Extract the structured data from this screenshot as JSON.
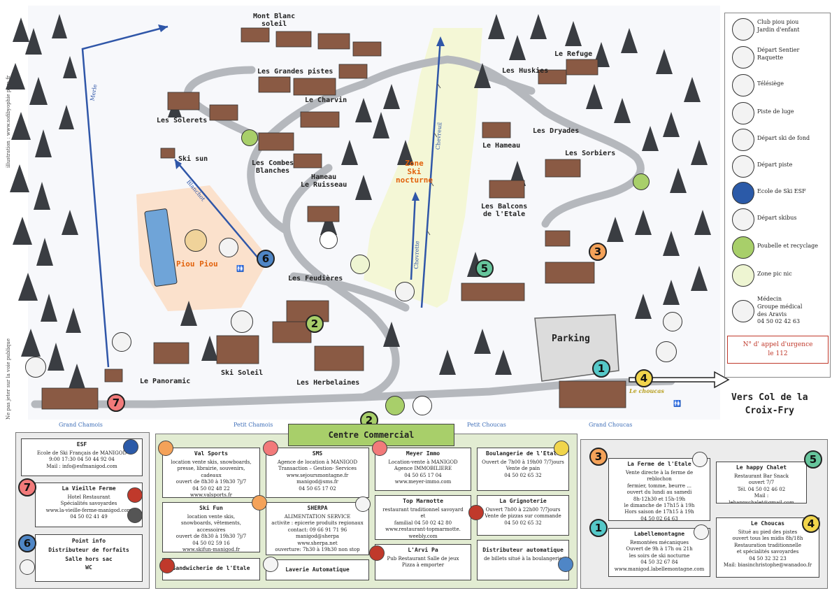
{
  "credits": {
    "illustration": "illustration : www.sofibyophie pera.fr",
    "public": "Ne pas jeter sur la voie publique"
  },
  "places": {
    "mont_blanc_soleil": "Mont Blanc\nsoleil",
    "grandes_pistes": "Les Grandes pistes",
    "charvin": "Le Charvin",
    "solerets": "Les Solerets",
    "ski_sun": "Ski sun",
    "combes_blanches": "Les Combes\nBlanches",
    "hameau_ruisseau": "Hameau\nLe Ruisseau",
    "zone_nocturne": "Zone\nSki\nnocturne",
    "refuge": "Le Refuge",
    "huskies": "Les Huskies",
    "dryades": "Les Dryades",
    "le_hameau": "Le Hameau",
    "sorbiers": "Les Sorbiers",
    "balcons": "Les Balcons\nde l'Etale",
    "piou_piou": "Piou Piou",
    "feudieres": "Les Feudières",
    "le_panoramic": "Le Panoramic",
    "ski_soleil": "Ski Soleil",
    "herbelaines": "Les Herbelaines",
    "parking": "Parking",
    "col": "Vers Col de la\nCroix-Fry",
    "le_choucas": "Le choucas"
  },
  "lifts": {
    "merle": "Merle",
    "blanchot": "Blanchot",
    "chevreuil": "Chevreuil",
    "chevrette": "Chevrette"
  },
  "stops": {
    "grand_chamois": "Grand Chamois",
    "petit_chamois": "Petit Chamois",
    "petit_choucas": "Petit Choucas",
    "grand_choucas": "Grand Choucas"
  },
  "map_numbers": [
    "1",
    "2",
    "3",
    "4",
    "5",
    "6",
    "7"
  ],
  "legend": [
    {
      "icon": "child-icon",
      "text": "Club piou piou\nJardin d'enfant"
    },
    {
      "icon": "snowshoe-icon",
      "text": "Départ Sentier\nRaquette"
    },
    {
      "icon": "chairlift-icon",
      "text": "Télésiège"
    },
    {
      "icon": "sled-icon",
      "text": "Piste de luge"
    },
    {
      "icon": "cross-country-icon",
      "text": "Départ ski de fond"
    },
    {
      "icon": "skier-icon",
      "text": "Départ piste"
    },
    {
      "icon": "esf-icon",
      "text": "Ecole de Ski ESF"
    },
    {
      "icon": "ski-bus-icon",
      "text": "Départ skibus"
    },
    {
      "icon": "trash-icon",
      "text": "Poubelle et recyclage"
    },
    {
      "icon": "tipi-icon",
      "text": "Zone pic nic"
    },
    {
      "icon": "doctor-icon",
      "text": "Médecin\nGroupe médical\ndes Aravis\n04 50 02 42 63"
    }
  ],
  "emergency": {
    "line1": "N° d' appel d'urgence",
    "line2": "le 112"
  },
  "centre_commercial": "Centre Commercial",
  "left_cards": [
    {
      "num": "",
      "title": "ESF",
      "body": "Ecole de Ski Français de MANIGOD\n9:00 17:30        04 50 44 92 04\nMail : info@esfmanigod.com"
    },
    {
      "num": "7",
      "title": "La Vieille Ferme",
      "body": "Hotel Restaurant\nSpécialités savoyardes\nwww.la-vieille-ferme-manigod.com\n04 50 02 41 49"
    },
    {
      "num": "6",
      "title": "Point info\nDistributeur de forfaits\nSalle hors sac\nWC",
      "body": ""
    }
  ],
  "center_cards": [
    {
      "title": "Val Sports",
      "body": "location vente skis, snowboards,\npresse, librairie, souvenirs, cadeaux\nouvert de 8h30 à 19h30 7j/7\n04 50 02 48 22\nwww.valsports.fr"
    },
    {
      "title": "SMS",
      "body": "Agence de location à MANIGOD\nTransaction – Gestion- Services\nwww.sejoursmontagne.fr\nmanigod@sms.fr\n04 50 65 17 02"
    },
    {
      "title": "Meyer Immo",
      "body": "Location-vente à MANIGOD\nAgence IMMOBILIERE\n04 50 65 17 04\nwww.meyer-immo.com"
    },
    {
      "title": "Boulangerie de l'Etale",
      "body": "Ouvert de 7h00 à 19h00 7/7jours\nVente de pain\n04 50 02 65 32"
    },
    {
      "title": "Ski Fun",
      "body": "location vente skis,\nsnowboards, vêtements, accessoires\nouvert de 8h30 à 19h30 7j/7\n04 50 02 59 16\nwww.skifun-manigod.fr"
    },
    {
      "title": "SHERPA",
      "body": "ALIMENTATION SERVICE\nactivite : epicerie produits regionaux\ncontact: 09 66 91 71 96\nmanigod@sherpa\nwww.sherpa.net\nouverture: 7h30 à 19h30 non stop"
    },
    {
      "title": "Top Marmotte",
      "body": "restaurant traditionnel savoyard et\nfamilial         04 50 02 42 80\nwww.restaurant-topmarmotte.\nweebly.com\nFacebook : Top marmotte"
    },
    {
      "title": "La Grignoterie",
      "body": "Ouvert 7h00 à 22h00 7/7jours\nVente de pizzas sur commande\n04 50 02 65 32"
    },
    {
      "title": "Sandwicherie de l'Etale",
      "body": ""
    },
    {
      "title": "Laverie Automatique",
      "body": ""
    },
    {
      "title": "L'Arvi Pa",
      "body": "Pub Restaurant  Salle de jeux\nPizza à emporter"
    },
    {
      "title": "Distributeur automatique",
      "body": "de billets situé à la boulangerie"
    }
  ],
  "right_cards": [
    {
      "num": "3",
      "title": "La Ferme de l'Etale",
      "body": "Vente directe à la ferme de reblochon\nfermier, tomme, beurre ...\nouvert du lundi au samedi\n8h-12h30 et 15h-19h\nle dimanche de 17h15 à 19h\nHors saison de 17h15 à 19h\n04 50 02 64 63"
    },
    {
      "num": "5",
      "title": "Le happy Chalet",
      "body": "Restaurant Bar Snack\nouvert 7/7\nTél. 04 50 02 46 02\nMail : lehappychalet@gmail.com"
    },
    {
      "num": "1",
      "title": "Labellemontagne",
      "body": "Remontées mécaniques\nOuvert de 9h à 17h ou 21h\nles soirs de ski nocturne\n04 50 32 67 84\nwww.manigod.labellemontagne.com"
    },
    {
      "num": "4",
      "title": "Le Choucas",
      "body": "Situé au pied des pistes\nouvert tous les midis 8h/18h\nRestauration traditionnelle\net spécialités savoyardes\n04 50 32 32 23\nMail: biasinchristophe@wanadoo.fr"
    }
  ],
  "colors": {
    "n1": "#55c8c8",
    "n2": "#a8cf6a",
    "n3": "#f4a259",
    "n4": "#f1d54b",
    "n5": "#66c59c",
    "n6": "#4f86c6",
    "n7": "#f27a7a",
    "nocturne": "#e2620c"
  }
}
